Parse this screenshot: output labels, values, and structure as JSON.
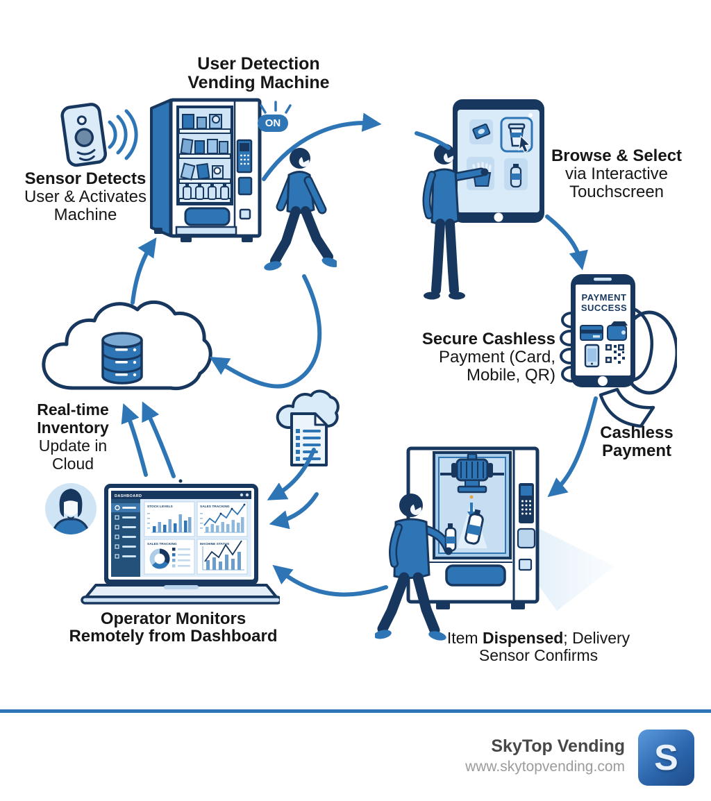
{
  "colors": {
    "primary": "#2e75b6",
    "navy": "#17375e",
    "light": "#cfe2f3",
    "text": "#161616",
    "gray": "#9b9b9b"
  },
  "labels": {
    "user_detection": {
      "line1": "User Detection",
      "line2": "Vending Machine"
    },
    "sensor": {
      "bold": "Sensor Detects",
      "line2": "User & Activates",
      "line3": "Machine"
    },
    "on_badge": "ON",
    "browse": {
      "bold": "Browse & Select",
      "line2": "via Interactive",
      "line3": "Touchscreen"
    },
    "secure": {
      "bold": "Secure Cashless",
      "line2": "Payment (Card,",
      "line3": "Mobile, QR)"
    },
    "payment": {
      "line1": "PAYMENT",
      "line2": "SUCCESS"
    },
    "cashless": {
      "line1": "Cashless",
      "line2": "Payment"
    },
    "dispensed": {
      "pre": "Item ",
      "bold": "Dispensed",
      "post": "; Delivery",
      "line2": "Sensor Confirms"
    },
    "operator": {
      "line1": "Operator Monitors",
      "line2": "Remotely from Dashboard"
    },
    "inventory": {
      "bold1": "Real-time",
      "bold2": "Inventory",
      "line3": "Update in",
      "line4": "Cloud"
    }
  },
  "dashboard": {
    "title": "DASHBOARD",
    "panels": [
      "STOCK LEVELS",
      "SALES TRACKING",
      "SALES TRACKING",
      "MACHINE STATUS"
    ]
  },
  "footer": {
    "brand": "SkyTop Vending",
    "url": "www.skytopvending.com",
    "logo_letter": "S"
  }
}
